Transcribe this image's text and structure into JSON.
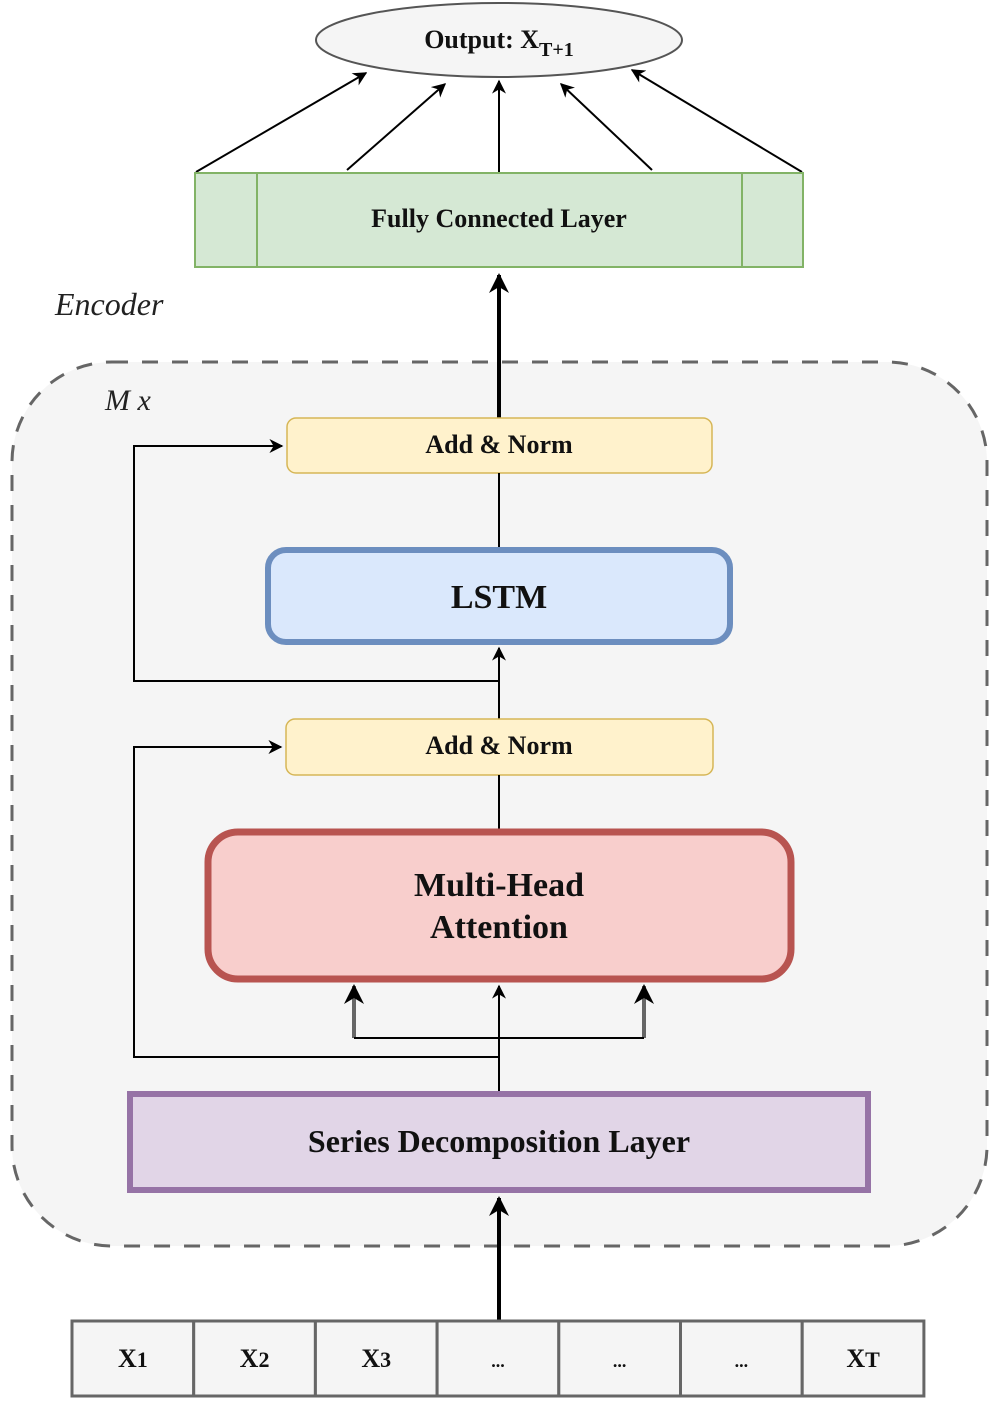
{
  "output": {
    "label": "Output: X",
    "subscript": "T+1"
  },
  "fully_connected": {
    "label": "Fully Connected Layer",
    "fill": "#d5e8d4",
    "stroke": "#82b366"
  },
  "encoder": {
    "label": "Encoder",
    "repeat_label": "M x",
    "fill": "#f5f5f5",
    "stroke": "#666666"
  },
  "add_norm_top": {
    "label": "Add & Norm",
    "fill": "#fff2cc",
    "stroke": "#d6b656"
  },
  "lstm": {
    "label": "LSTM",
    "fill": "#dae8fc",
    "stroke": "#6c8ebf"
  },
  "add_norm_bottom": {
    "label": "Add & Norm",
    "fill": "#fff2cc",
    "stroke": "#d6b656"
  },
  "attention": {
    "line1": "Multi-Head",
    "line2": "Attention",
    "fill": "#f8cecc",
    "stroke": "#b85450"
  },
  "decomposition": {
    "label": "Series Decomposition Layer",
    "fill": "#e1d5e7",
    "stroke": "#9673a6"
  },
  "inputs": [
    {
      "main": "X",
      "sub": "1"
    },
    {
      "main": "X",
      "sub": "2"
    },
    {
      "main": "X",
      "sub": "3"
    },
    {
      "main": "...",
      "sub": ""
    },
    {
      "main": "...",
      "sub": ""
    },
    {
      "main": "...",
      "sub": ""
    },
    {
      "main": "X",
      "sub": "T"
    }
  ]
}
